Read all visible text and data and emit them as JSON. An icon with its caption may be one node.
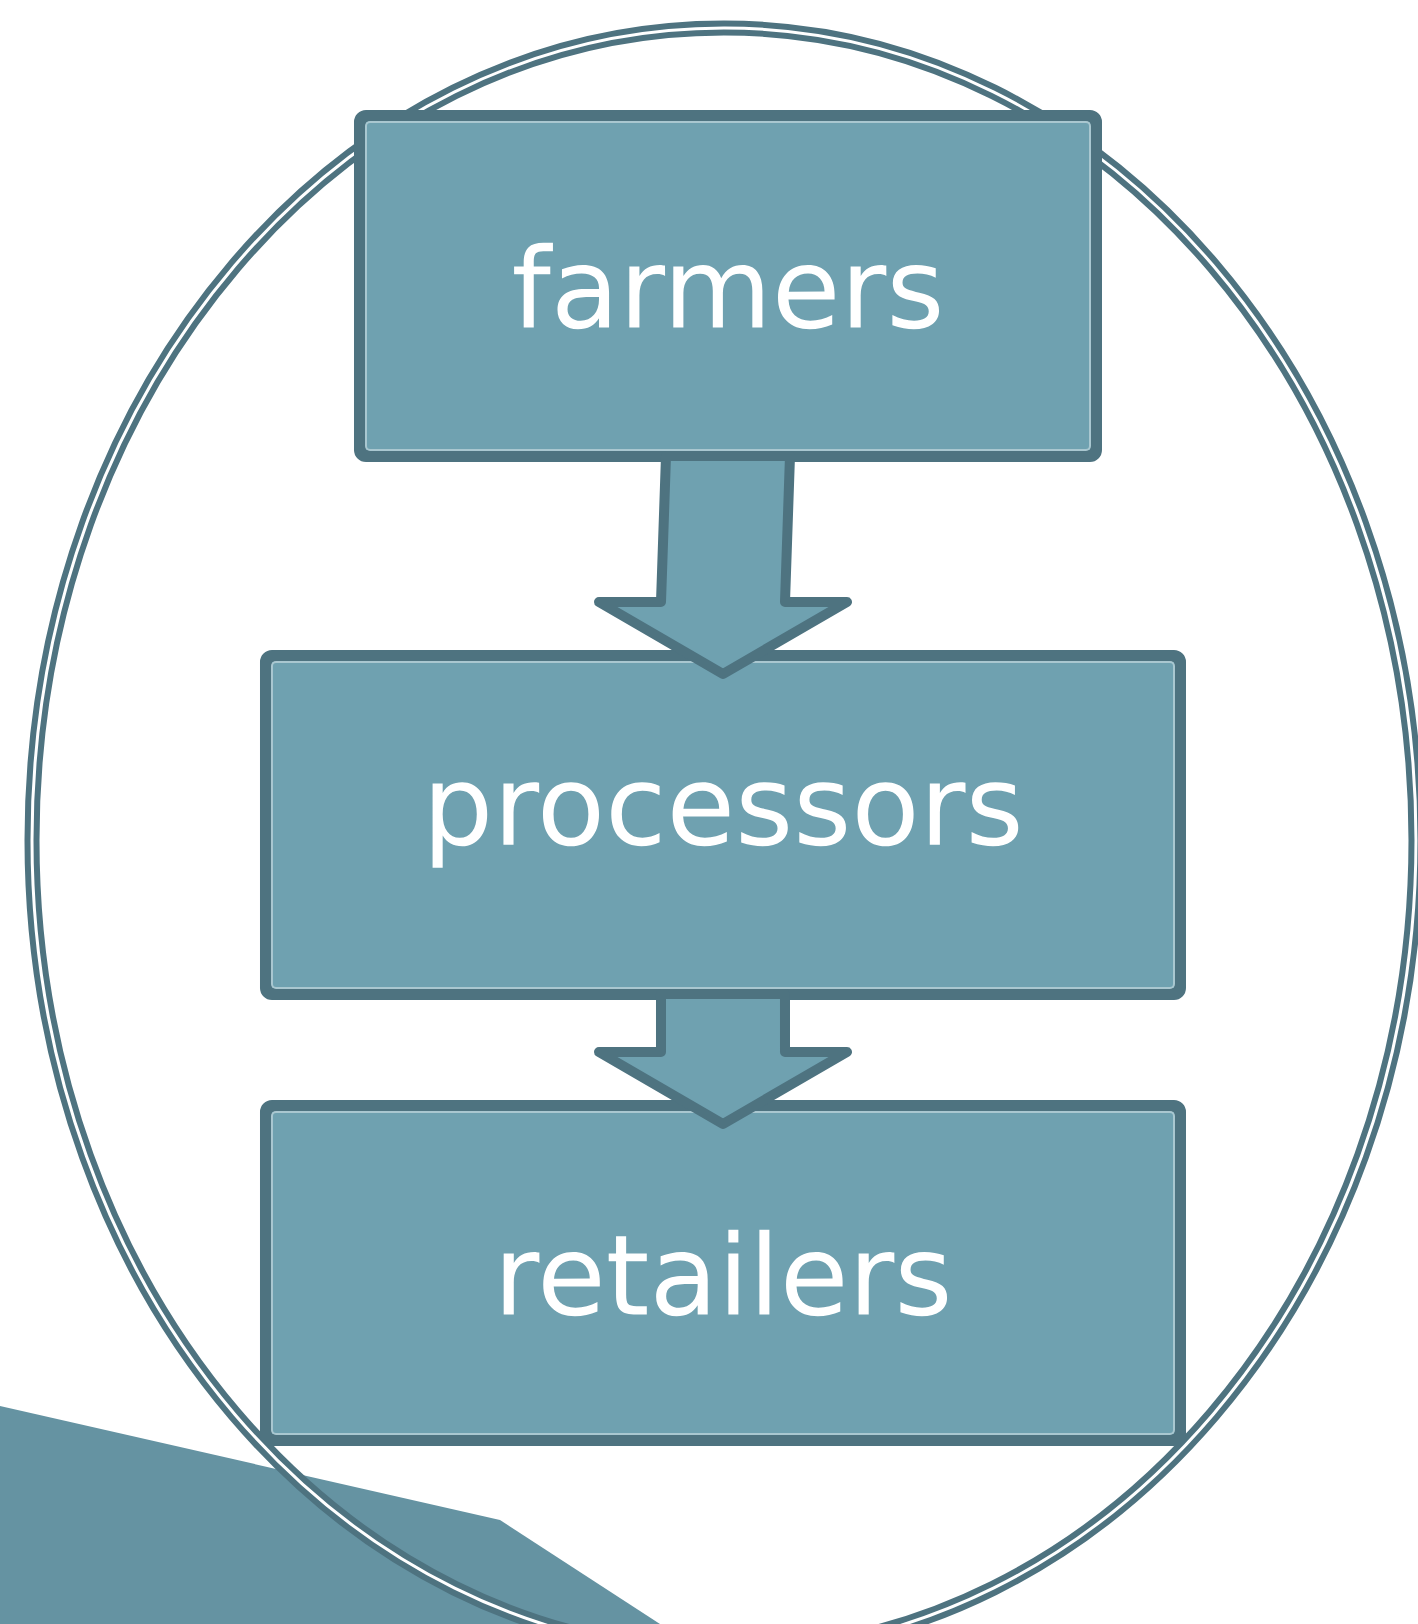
{
  "diagram": {
    "nodes": [
      {
        "text": [
          "farmers"
        ]
      },
      {
        "text": [
          "processors"
        ]
      },
      {
        "text": [
          "retailers"
        ]
      }
    ],
    "edges": [
      {
        "from": 0,
        "to": 1,
        "arrow": "to"
      },
      {
        "from": 1,
        "to": 2,
        "arrow": "to"
      }
    ]
  }
}
